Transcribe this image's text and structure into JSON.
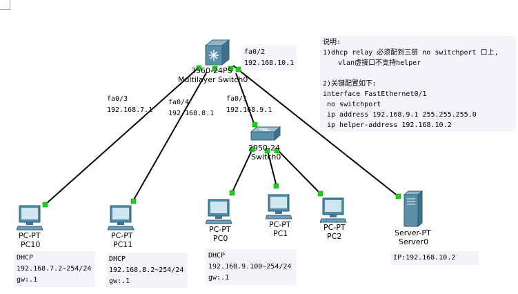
{
  "notes": {
    "title": "说明:",
    "line1": "1)dhcp relay 必须配到三层 no switchport 口上,",
    "line2": "vlan虚接口不支持helper",
    "section2": "2)关键配置如下:",
    "cfg1": "interface FastEthernet0/1",
    "cfg2": "no switchport",
    "cfg3": "ip address 192.168.9.1 255.255.255.0",
    "cfg4": "ip helper-address 192.168.10.2"
  },
  "devices": {
    "mls": {
      "model": "3560-24PS",
      "name": "Multilayer Switch0"
    },
    "sw": {
      "model": "2950-24",
      "name": "Switch0"
    },
    "pc10": {
      "model": "PC-PT",
      "name": "PC10"
    },
    "pc11": {
      "model": "PC-PT",
      "name": "PC11"
    },
    "pc0": {
      "model": "PC-PT",
      "name": "PC0"
    },
    "pc1": {
      "model": "PC-PT",
      "name": "PC1"
    },
    "pc2": {
      "model": "PC-PT",
      "name": "PC2"
    },
    "server": {
      "model": "Server-PT",
      "name": "Server0"
    }
  },
  "ports": {
    "fa02": {
      "port": "fa0/2",
      "ip": "192.168.10.1"
    },
    "fa03": {
      "port": "fa0/3",
      "ip": "192.168.7.1"
    },
    "fa04": {
      "port": "fa0/4",
      "ip": "192.168.8.1"
    },
    "fa01": {
      "port": "fa0/1",
      "ip": "192.168.9.1"
    }
  },
  "info": {
    "pc10": {
      "l1": "DHCP",
      "l2": "192.168.7.2~254/24",
      "l3": "gw:.1"
    },
    "pc11": {
      "l1": "DHCP",
      "l2": "192.168.8.2~254/24",
      "l3": "gw:.1"
    },
    "pc0": {
      "l1": "DHCP",
      "l2": "192.168.9.100~254/24",
      "l3": "gw:.1"
    },
    "server": {
      "l1": "IP:192.168.10.2"
    }
  },
  "colors": {
    "link": "#000000",
    "link_up": "#19d219",
    "note_bg": "#f4f5fa"
  }
}
